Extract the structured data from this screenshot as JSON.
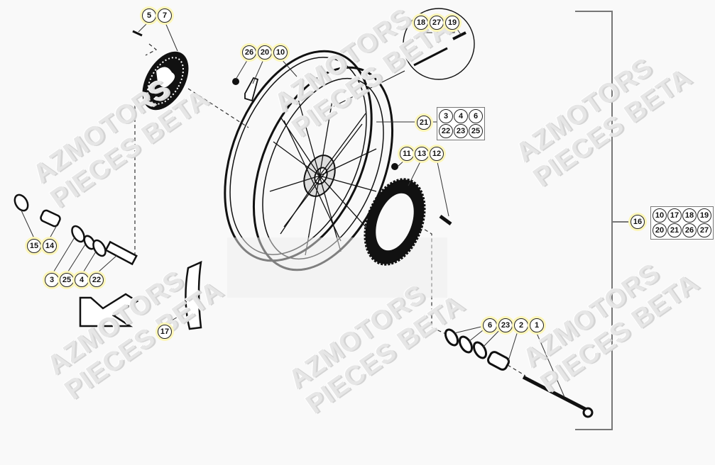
{
  "diagram": {
    "title": "",
    "background": "#f9f9f9",
    "callout_highlight": "#fdf6b8",
    "watermarks": [
      {
        "line1": "AZMOTORS",
        "line2": "PIECES BETA"
      },
      {
        "line1": "AZMOTORS",
        "line2": "PIECES BETA"
      },
      {
        "line1": "AZMOTORS",
        "line2": "PIECES BETA"
      },
      {
        "line1": "AZMOTORS",
        "line2": "PIECES BETA"
      },
      {
        "line1": "AZMOTORS",
        "line2": "PIECES BETA"
      },
      {
        "line1": "AZMOTORS",
        "line2": "PIECES BETA"
      }
    ],
    "callouts": {
      "c5": "5",
      "c7": "7",
      "c26": "26",
      "c20": "20",
      "c10": "10",
      "c18": "18",
      "c27": "27",
      "c19": "19",
      "c21": "21",
      "c11": "11",
      "c13": "13",
      "c12": "12",
      "c16": "16",
      "c15": "15",
      "c14": "14",
      "c3": "3",
      "c25": "25",
      "c4": "4",
      "c22": "22",
      "c17": "17",
      "c6": "6",
      "c23": "23",
      "c2": "2",
      "c1": "1"
    },
    "group_21": [
      "3",
      "4",
      "6",
      "22",
      "23",
      "25"
    ],
    "group_16": [
      "10",
      "17",
      "18",
      "19",
      "20",
      "21",
      "26",
      "27"
    ],
    "parts": [
      {
        "name": "brake-disc",
        "callouts": [
          "7"
        ]
      },
      {
        "name": "disc-screw",
        "callouts": [
          "5"
        ]
      },
      {
        "name": "rim-spoke-wheel",
        "callouts": [
          "10"
        ]
      },
      {
        "name": "rim-lock",
        "callouts": [
          "20",
          "26"
        ]
      },
      {
        "name": "spokes-kit",
        "callouts": [
          "18",
          "27",
          "19"
        ]
      },
      {
        "name": "sprocket",
        "callouts": [
          "13"
        ]
      },
      {
        "name": "sprocket-nut",
        "callouts": [
          "11"
        ]
      },
      {
        "name": "sprocket-screw",
        "callouts": [
          "12"
        ]
      },
      {
        "name": "spacer-left",
        "callouts": [
          "14"
        ]
      },
      {
        "name": "seal-left",
        "callouts": [
          "15"
        ]
      },
      {
        "name": "bearings-left",
        "callouts": [
          "3",
          "25",
          "4",
          "22"
        ]
      },
      {
        "name": "rim-band",
        "callouts": [
          "17"
        ]
      },
      {
        "name": "bearings-right",
        "callouts": [
          "6",
          "23"
        ]
      },
      {
        "name": "spacer-right",
        "callouts": [
          "2"
        ]
      },
      {
        "name": "wheel-axle",
        "callouts": [
          "1"
        ]
      },
      {
        "name": "complete-wheel",
        "callouts": [
          "16"
        ]
      }
    ]
  }
}
